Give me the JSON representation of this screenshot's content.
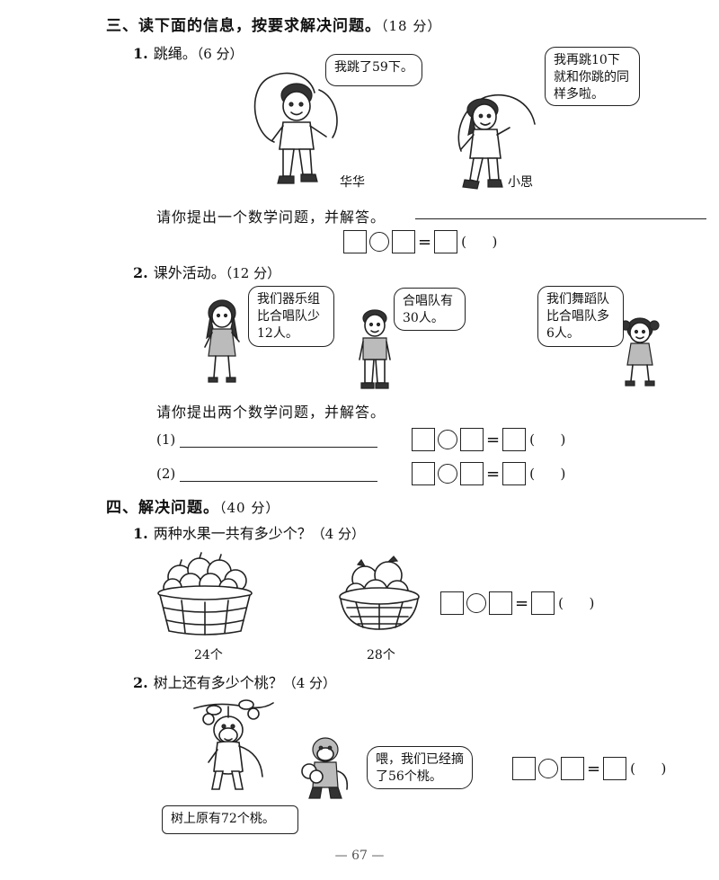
{
  "section3": {
    "title": "三、读下面的信息，按要求解决问题。",
    "points": "（18 分）",
    "q1": {
      "num": "1.",
      "title": "跳绳。",
      "points": "（6 分）",
      "bubble_huahua": "我跳了59下。",
      "bubble_xiaosi": "我再跳10下就和你跳的同样多啦。",
      "name_huahua": "华华",
      "name_xiaosi": "小思",
      "prompt": "请你提出一个数学问题，并解答。",
      "paren": "(      )"
    },
    "q2": {
      "num": "2.",
      "title": "课外活动。",
      "points": "（12 分）",
      "bubble_instrument": "我们器乐组比合唱队少12人。",
      "bubble_choir": "合唱队有30人。",
      "bubble_dance": "我们舞蹈队比合唱队多6人。",
      "prompt": "请你提出两个数学问题，并解答。",
      "label_1": "(1)",
      "label_2": "(2)",
      "paren": "(      )"
    }
  },
  "section4": {
    "title": "四、解决问题。",
    "points": "（40 分）",
    "q1": {
      "num": "1.",
      "title": "两种水果一共有多少个？",
      "points": "（4 分）",
      "caption_apples": "24个",
      "caption_oranges": "28个",
      "paren": "(      )"
    },
    "q2": {
      "num": "2.",
      "title": "树上还有多少个桃？",
      "points": "（4 分）",
      "bubble_picked": "喂，我们已经摘了56个桃。",
      "bubble_original": "树上原有72个桃。",
      "paren": "(      )"
    }
  },
  "footer": {
    "page_number": "— 67 —"
  }
}
